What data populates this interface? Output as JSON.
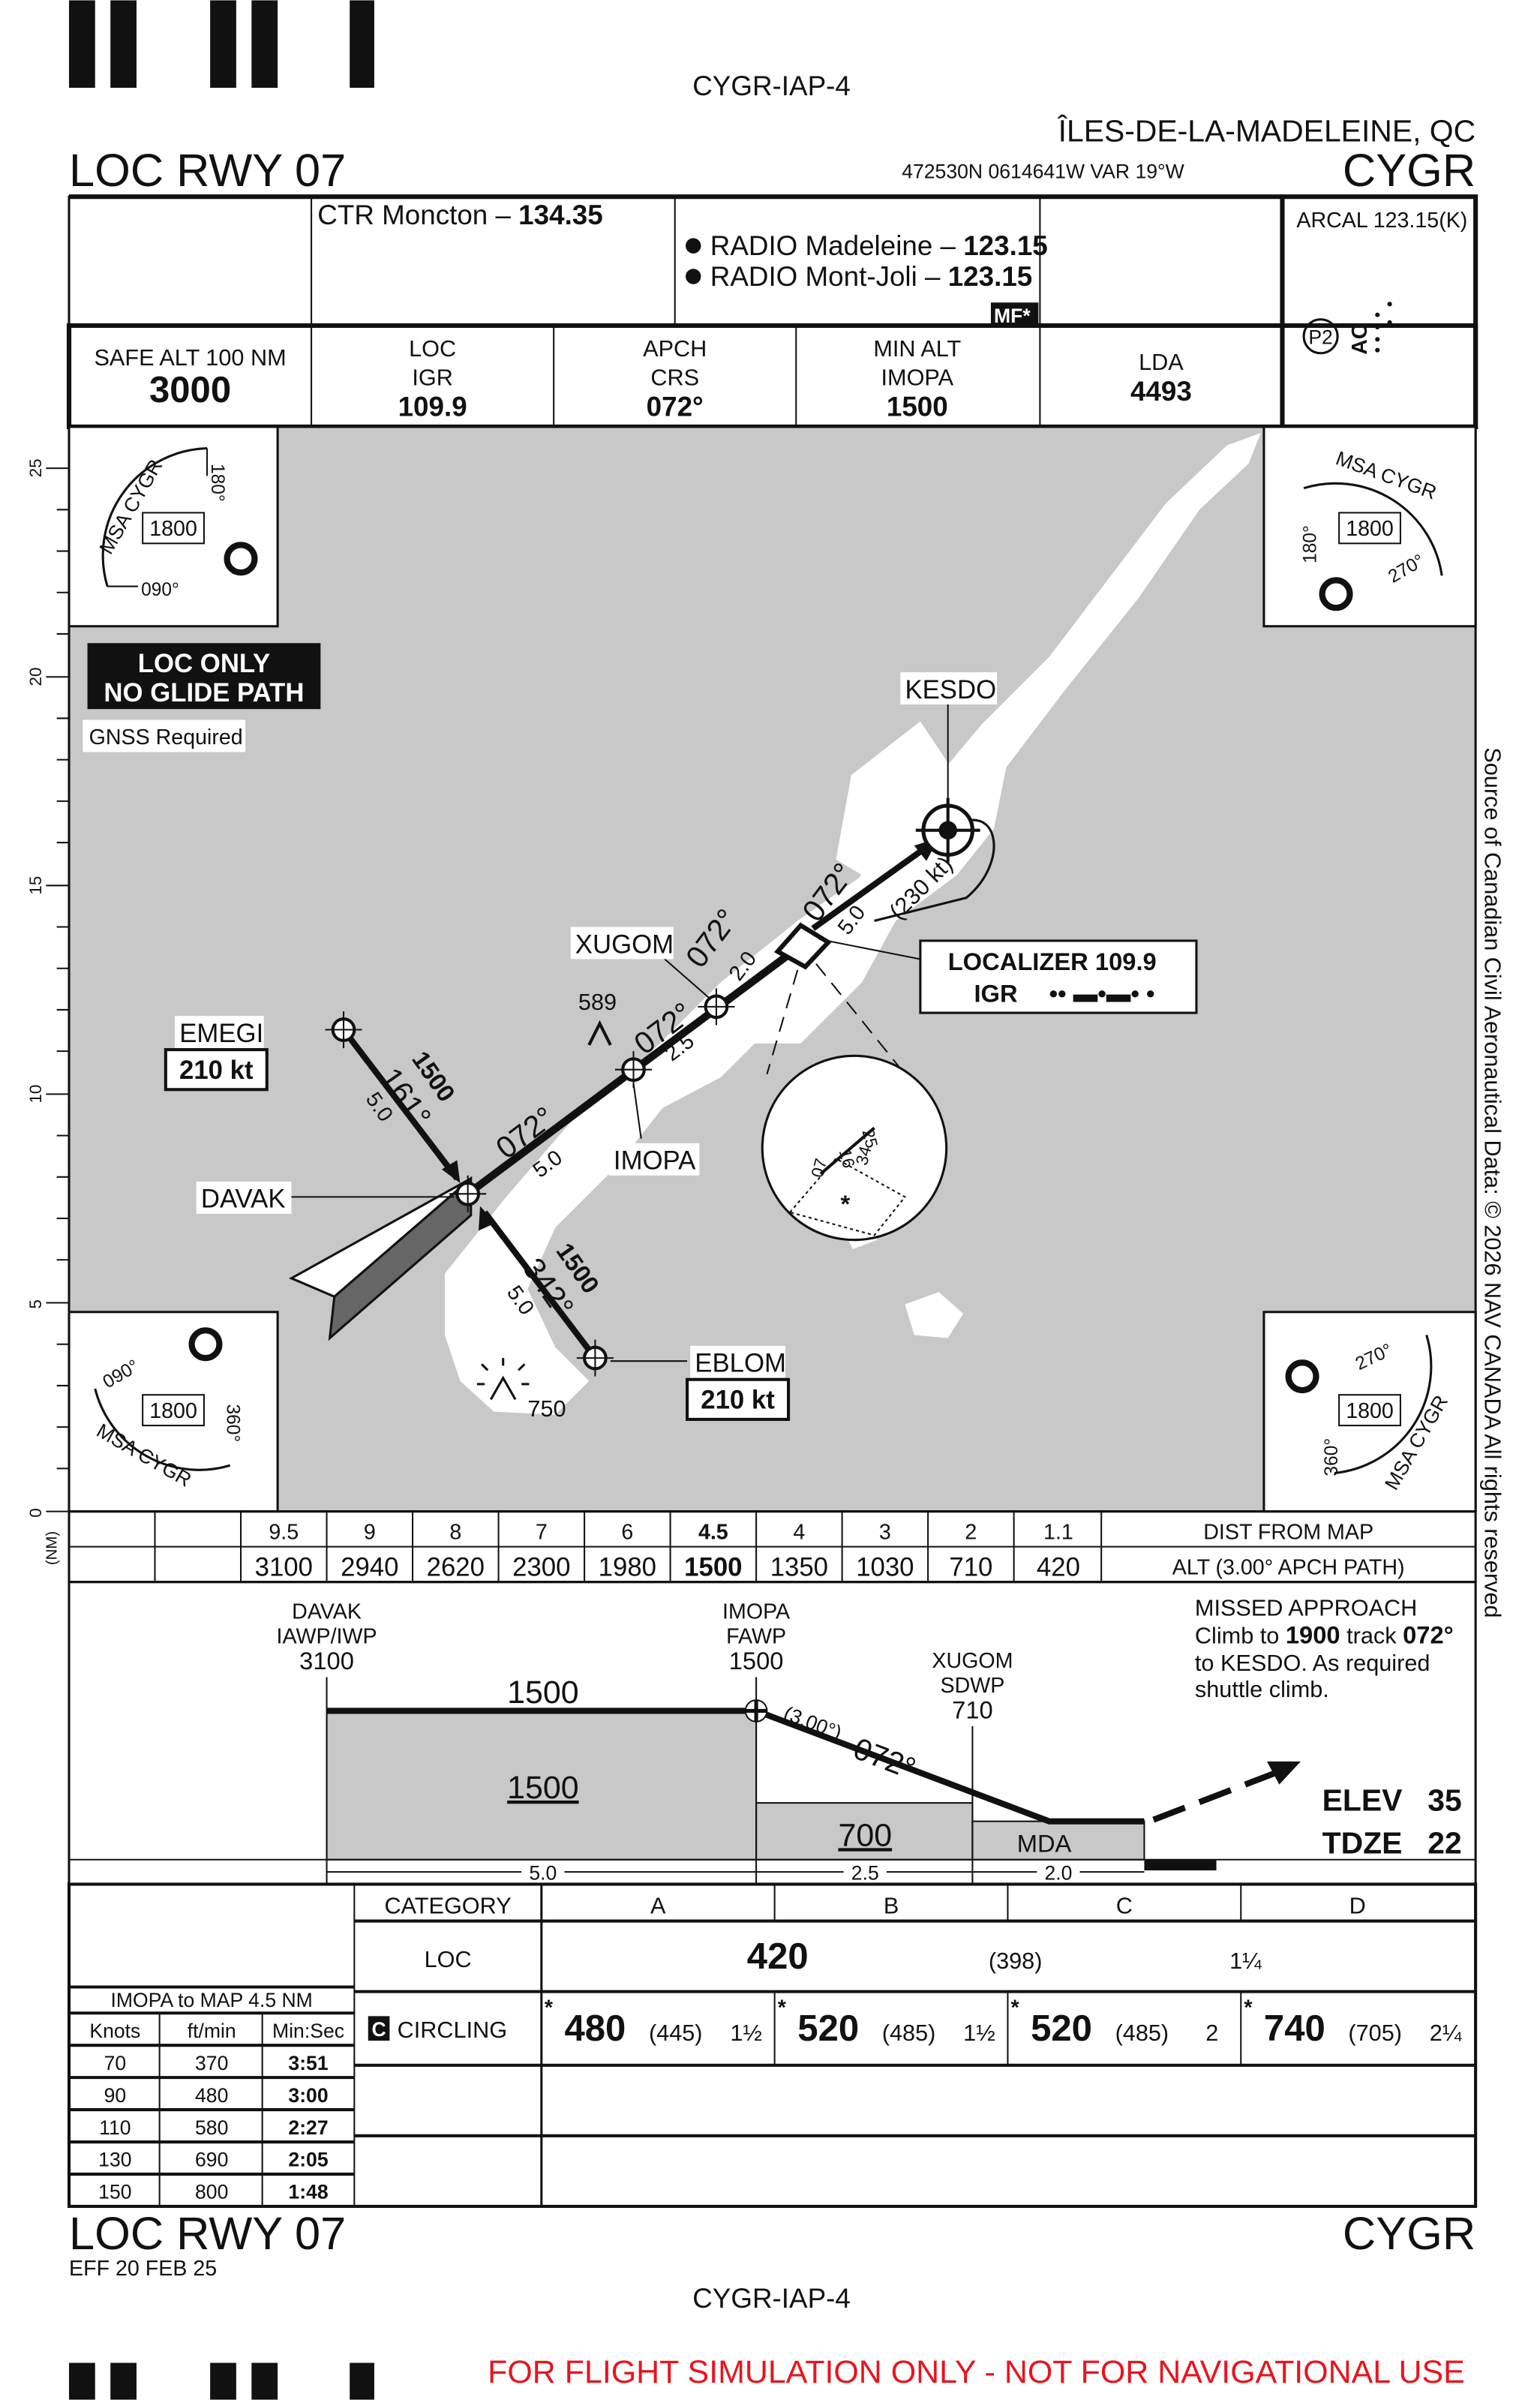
{
  "header": {
    "chart_id": "CYGR-IAP-4",
    "location": "ÎLES-DE-LA-MADELEINE, QC",
    "procedure": "LOC RWY 07",
    "coords": "472530N  0614641W  VAR 19°W",
    "airport": "CYGR"
  },
  "comms": {
    "ctr_label": "CTR Moncton – ",
    "ctr_freq": "134.35",
    "radio1_label": "RADIO Madeleine – ",
    "radio1_freq": "123.15",
    "radio2_label": "RADIO Mont-Joli – ",
    "radio2_freq": "123.15",
    "mf": "MF*",
    "arcal": "ARCAL 123.15(K)",
    "lighting_p": "P2",
    "lighting_ao": "AO"
  },
  "info": {
    "safe_alt_label": "SAFE ALT 100 NM",
    "safe_alt_value": "3000",
    "loc_label": "LOC",
    "loc_ident": "IGR",
    "loc_freq": "109.9",
    "apch_label": "APCH",
    "crs_label": "CRS",
    "crs_value": "072°",
    "min_alt_label": "MIN ALT",
    "min_alt_fix": "IMOPA",
    "min_alt_value": "1500",
    "lda_label": "LDA",
    "lda_value": "4493"
  },
  "plan": {
    "scale_ticks": [
      "25",
      "20",
      "15",
      "10",
      "5",
      "0"
    ],
    "scale_unit": "(NM)",
    "loc_only": "LOC ONLY",
    "no_glide": "NO GLIDE PATH",
    "gnss": "GNSS Required",
    "fixes": {
      "kesdo": "KESDO",
      "xugom": "XUGOM",
      "imopa": "IMOPA",
      "davak": "DAVAK",
      "emegi": "EMEGI",
      "eblom": "EBLOM"
    },
    "emegi_speed": "210 kt",
    "eblom_speed": "210 kt",
    "localizer_title": "LOCALIZER 109.9",
    "localizer_ident": "IGR",
    "obstacle1": "589",
    "obstacle2": "750",
    "legs": {
      "final_crs": "072°",
      "davak_imopa_dist": "5.0",
      "imopa_crs": "072°",
      "imopa_xugom_dist": "2.5",
      "xugom_crs": "072°",
      "xugom_map_dist": "2.0",
      "missed_crs": "072°",
      "missed_dist": "5.0",
      "hold_speed": "(230 kt)",
      "emegi_alt": "1500",
      "emegi_crs": "161°",
      "emegi_dist": "5.0",
      "eblom_alt": "1500",
      "eblom_crs": "342°",
      "eblom_dist": "5.0"
    },
    "inset": {
      "a": "07",
      "b": "16",
      "c": "25",
      "d": "34"
    }
  },
  "msa": {
    "top_left": {
      "ident": "MSA  CYGR",
      "alt": "1800",
      "brg1": "180°",
      "brg2": "090°"
    },
    "top_right": {
      "ident": "MSA  CYGR",
      "alt": "1800",
      "brg1": "180°",
      "brg2": "270°"
    },
    "bottom_left": {
      "ident": "MSA  CYGR",
      "alt": "1800",
      "brg1": "090°",
      "brg2": "360°"
    },
    "bottom_right": {
      "ident": "MSA  CYGR",
      "alt": "1800",
      "brg1": "270°",
      "brg2": "360°"
    }
  },
  "dist_table": {
    "dist": [
      "9.5",
      "9",
      "8",
      "7",
      "6",
      "4.5",
      "4",
      "3",
      "2",
      "1.1"
    ],
    "alt": [
      "3100",
      "2940",
      "2620",
      "2300",
      "1980",
      "1500",
      "1350",
      "1030",
      "710",
      "420"
    ],
    "dist_label": "DIST FROM MAP",
    "alt_label": "ALT (3.00° APCH PATH)"
  },
  "profile": {
    "davak": "DAVAK",
    "davak_role": "IAWP/IWP",
    "davak_alt": "3100",
    "imopa": "IMOPA",
    "imopa_role": "FAWP",
    "imopa_alt": "1500",
    "xugom": "XUGOM",
    "xugom_role": "SDWP",
    "xugom_alt": "710",
    "seg_alt": "1500",
    "box1": "1500",
    "box2": "700",
    "mda": "MDA",
    "angle": "(3.00°)",
    "crs": "072°",
    "d1": "5.0",
    "d2": "2.5",
    "d3": "2.0",
    "missed_title": "MISSED APPROACH",
    "missed_l1a": "Climb to ",
    "missed_l1b": "1900",
    "missed_l1c": " track ",
    "missed_l1d": "072°",
    "missed_l2": "to KESDO. As required",
    "missed_l3": "shuttle climb.",
    "elev_label": "ELEV",
    "elev_value": "35",
    "tdze_label": "TDZE",
    "tdze_value": "22"
  },
  "minima": {
    "category_label": "CATEGORY",
    "cats": [
      "A",
      "B",
      "C",
      "D"
    ],
    "loc_label": "LOC",
    "loc_mda": "420",
    "loc_hat": "(398)",
    "loc_vis": "1¼",
    "circling_badge": "C",
    "circling_label": "CIRCLING",
    "circling": [
      {
        "mda": "480",
        "hat": "(445)",
        "vis": "1½"
      },
      {
        "mda": "520",
        "hat": "(485)",
        "vis": "1½"
      },
      {
        "mda": "520",
        "hat": "(485)",
        "vis": "2"
      },
      {
        "mda": "740",
        "hat": "(705)",
        "vis": "2¼"
      }
    ],
    "star": "*"
  },
  "timing": {
    "title": "IMOPA to MAP 4.5 NM",
    "headers": [
      "Knots",
      "ft/min",
      "Min:Sec"
    ],
    "rows": [
      [
        "70",
        "370",
        "3:51"
      ],
      [
        "90",
        "480",
        "3:00"
      ],
      [
        "110",
        "580",
        "2:27"
      ],
      [
        "130",
        "690",
        "2:05"
      ],
      [
        "150",
        "800",
        "1:48"
      ]
    ]
  },
  "footer": {
    "procedure": "LOC RWY 07",
    "effective": "EFF 20 FEB 25",
    "airport": "CYGR",
    "chart_id": "CYGR-IAP-4",
    "disclaimer": "FOR FLIGHT SIMULATION ONLY - NOT FOR NAVIGATIONAL USE",
    "source": "Source of Canadian Civil Aeronautical Data: © 2026 NAV CANADA All rights reserved"
  },
  "colors": {
    "map_bg": "#c8c8c8",
    "ink": "#111111",
    "disclaimer": "#e8141e"
  }
}
